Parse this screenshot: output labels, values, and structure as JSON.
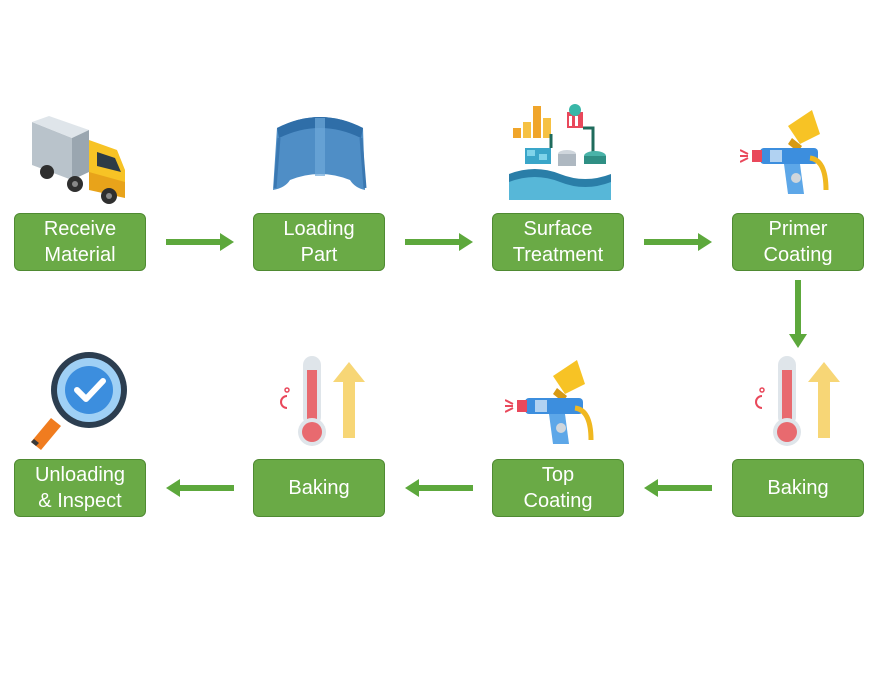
{
  "steps": [
    {
      "line1": "Receive",
      "line2": "Material",
      "icon": "truck-icon"
    },
    {
      "line1": "Loading",
      "line2": "Part",
      "icon": "curved-panel-icon"
    },
    {
      "line1": "Surface",
      "line2": "Treatment",
      "icon": "treatment-plant-icon"
    },
    {
      "line1": "Primer",
      "line2": "Coating",
      "icon": "spray-gun-icon"
    },
    {
      "line1": "Baking",
      "line2": "",
      "icon": "thermometer-heat-icon"
    },
    {
      "line1": "Top",
      "line2": "Coating",
      "icon": "spray-gun-icon"
    },
    {
      "line1": "Baking",
      "line2": "",
      "icon": "thermometer-heat-icon"
    },
    {
      "line1": "Unloading",
      "line2": "& Inspect",
      "icon": "magnifier-check-icon"
    }
  ],
  "colors": {
    "box": "#6aaa46",
    "box_border": "#4f8a32",
    "arrow": "#5da83c",
    "text": "#ffffff"
  }
}
